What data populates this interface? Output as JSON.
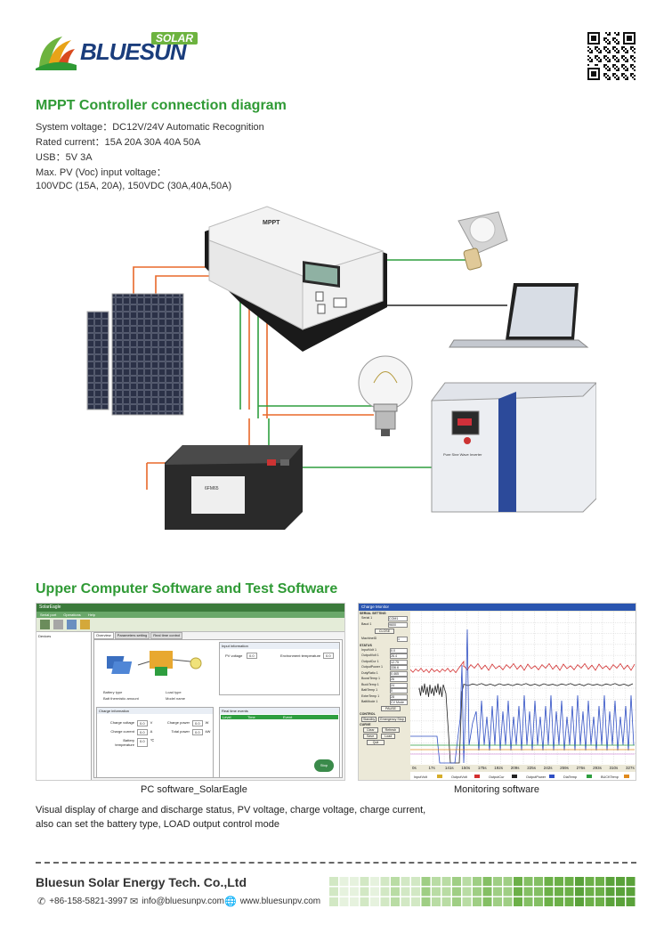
{
  "brand": {
    "name": "BLUESUN",
    "tag": "SOLAR",
    "colors": {
      "green": "#2f9a35",
      "navy": "#1a3d7c",
      "light_green": "#6db33f"
    }
  },
  "section1": {
    "title": "MPPT Controller connection diagram",
    "specs": [
      "System voltage：DC12V/24V Automatic Recognition",
      "Rated current：15A 20A 30A 40A 50A",
      "USB：5V 3A",
      "Max. PV (Voc) input voltage：",
      "100VDC (15A, 20A), 150VDC (30A,40A,50A)"
    ]
  },
  "diagram": {
    "controller_label": "MPPT",
    "battery_label": "6FM65",
    "monitor_label": "Pure Sine Wave Inverter"
  },
  "section2": {
    "title": "Upper Computer Software and Test Software",
    "pc_caption": "PC software_SolarEagle",
    "monitor_caption": "Monitoring software",
    "desc_lines": [
      "Visual display of charge and discharge status, PV voltage, charge voltage, charge current,",
      "also can set the battery type, LOAD output control mode"
    ]
  },
  "pc_software": {
    "window_title": "SolarEagle",
    "menu": [
      "Serial port",
      "Operations",
      "Help"
    ],
    "tabs": [
      "Overview",
      "Parameters setting",
      "Real time control"
    ],
    "tree_root": "Devices",
    "input_info": {
      "title": "Input information",
      "pv_voltage_label": "PV voltage",
      "pv_voltage": "0.0",
      "env_temp_label": "Environment temperature",
      "env_temp": "0.0"
    },
    "status": {
      "battery_type_label": "Battery type",
      "load_type_label": "Load type",
      "batt_status_label": "Batt thermistic amount",
      "load_mode_label": "Model name"
    },
    "charge_info": {
      "title": "Charge information",
      "fields": [
        {
          "label": "Charge voltage",
          "value": "0.0",
          "unit": "V"
        },
        {
          "label": "Charge current",
          "value": "0.0",
          "unit": "A"
        },
        {
          "label": "Battery temperature",
          "value": "0.0",
          "unit": "℃"
        },
        {
          "label": "Charge power",
          "value": "0.0",
          "unit": "W"
        },
        {
          "label": "Total power",
          "value": "0.0",
          "unit": "kW"
        }
      ]
    },
    "events": {
      "title": "Real time events",
      "columns": [
        "Level",
        "Time",
        "Event"
      ]
    },
    "save_button": "Stop"
  },
  "monitor_software": {
    "window_title": "Charge Monitor",
    "serial_title": "SERIAL SETTING",
    "com_label": "Serial 1",
    "com_value": "COM1",
    "baud_label": "Baud 1",
    "baud_value": "9600",
    "close_button": "CLOSE",
    "machine_label": "MachineID",
    "machine_value": "1",
    "status_title": "STATUS",
    "fields": [
      {
        "label": "InputVolt 1",
        "value": "0.0"
      },
      {
        "label": "OutputVolt 1",
        "value": "26.4"
      },
      {
        "label": "OutputCur 1",
        "value": "12.75"
      },
      {
        "label": "OutputPower 1",
        "value": "336.6"
      },
      {
        "label": "DutyRatio 1",
        "value": "0.465"
      },
      {
        "label": "BoostTemp 1",
        "value": "26"
      },
      {
        "label": "BuckTemp 1",
        "value": "24"
      },
      {
        "label": "BattTemp 1",
        "value": "0"
      },
      {
        "label": "ExterTemp 1",
        "value": "28"
      },
      {
        "label": "BattMode 1",
        "value": "CV Mode"
      }
    ],
    "pause_button": "PAUSE",
    "control_title": "CONTROL",
    "standby_button": "Standby",
    "emergency_button": "Emergency Stop",
    "curve_title": "CURVE",
    "clear_button": "Clear",
    "refresh_button": "Refresh",
    "save_button": "Save",
    "load_button": "Load",
    "quit_button": "Quit",
    "x_ticks": [
      "0s",
      "17s",
      "141s",
      "150s",
      "175s",
      "192s",
      "209s",
      "225s",
      "242s",
      "259s",
      "276s",
      "293s",
      "310s",
      "327s"
    ],
    "legend": [
      {
        "name": "InputVolt",
        "color": "#d6ad2a"
      },
      {
        "name": "OutputVolt",
        "color": "#d32f2f"
      },
      {
        "name": "OutputCur",
        "color": "#222222"
      },
      {
        "name": "OutputPower",
        "color": "#2f4fc4"
      },
      {
        "name": "DiaTemp",
        "color": "#2e9e3f"
      },
      {
        "name": "BUCKTemp",
        "color": "#e08a1c"
      }
    ]
  },
  "footer": {
    "company": "Bluesun Solar Energy Tech. Co.,Ltd",
    "phone": "+86-158-5821-3997",
    "email": "info@bluesunpv.com",
    "web": "www.bluesunpv.com"
  }
}
